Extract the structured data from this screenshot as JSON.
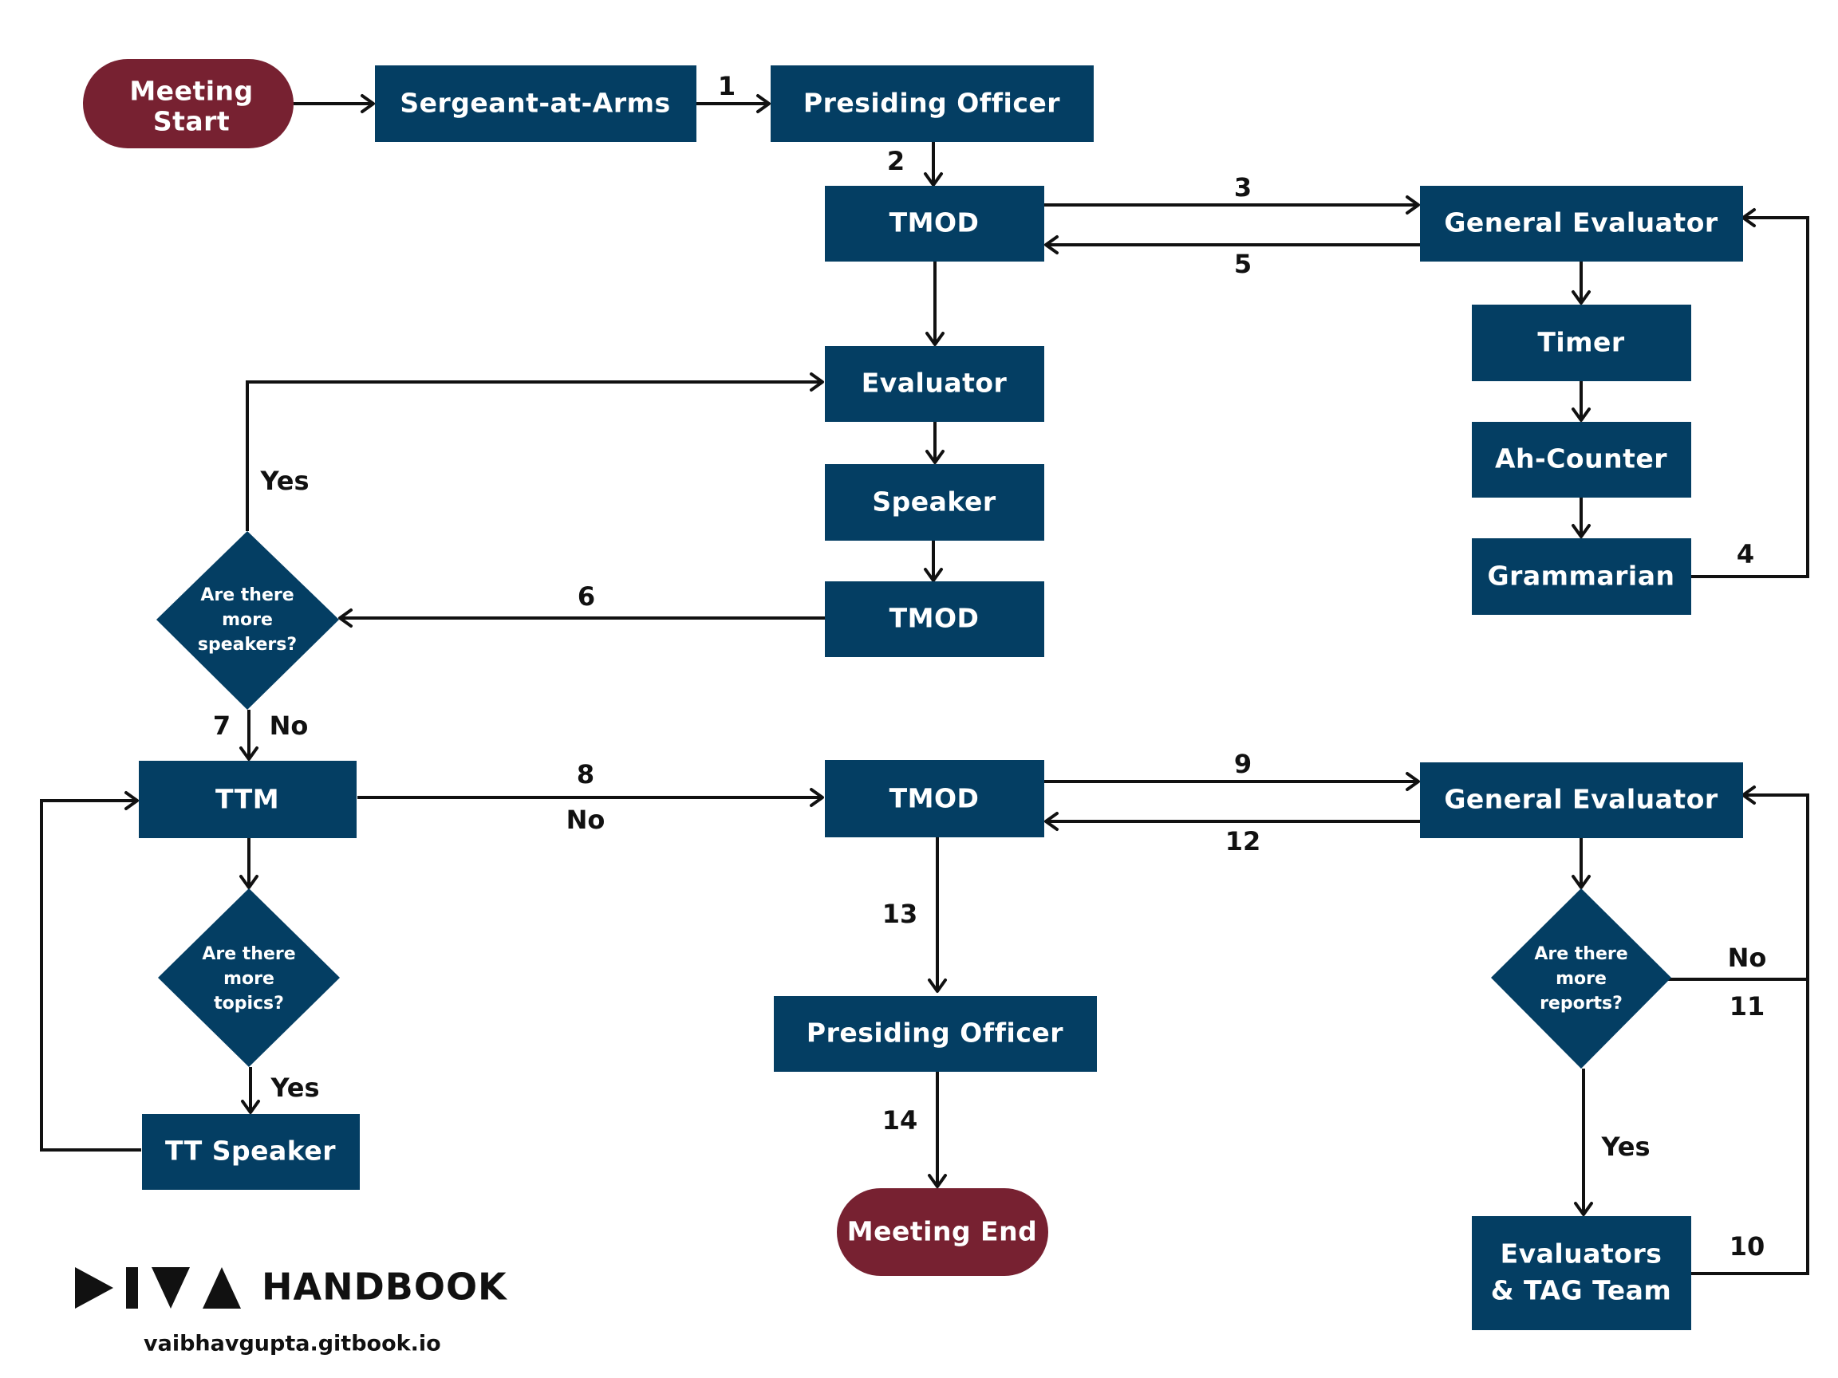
{
  "colors": {
    "box": "#043E63",
    "terminal": "#772131",
    "line": "#111111"
  },
  "nodes": {
    "meeting_start": [
      "Meeting",
      "Start"
    ],
    "sergeant_at_arms": "Sergeant-at-Arms",
    "presiding_officer_1": "Presiding Officer",
    "tmod_1": "TMOD",
    "general_evaluator_1": "General Evaluator",
    "timer": "Timer",
    "ah_counter": "Ah-Counter",
    "grammarian": "Grammarian",
    "evaluator": "Evaluator",
    "speaker": "Speaker",
    "tmod_2": "TMOD",
    "decision_speakers": [
      "Are there",
      "more",
      "speakers?"
    ],
    "ttm": "TTM",
    "decision_topics": [
      "Are there",
      "more",
      "topics?"
    ],
    "tt_speaker": "TT Speaker",
    "tmod_3": "TMOD",
    "general_evaluator_2": "General Evaluator",
    "decision_reports": [
      "Are there",
      "more",
      "reports?"
    ],
    "evaluators_tag": [
      "Evaluators",
      "& TAG Team"
    ],
    "presiding_officer_2": "Presiding Officer",
    "meeting_end": "Meeting End"
  },
  "edge_labels": {
    "e1": "1",
    "e2": "2",
    "e3": "3",
    "e4": "4",
    "e5": "5",
    "e6": "6",
    "e7": "7",
    "e8": "8",
    "e9": "9",
    "e10": "10",
    "e11": "11",
    "e12": "12",
    "e13": "13",
    "e14": "14",
    "yes_speakers": "Yes",
    "no_speakers": "No",
    "no_topics": "No",
    "yes_topics": "Yes",
    "no_reports": "No",
    "yes_reports": "Yes"
  },
  "brand": {
    "logo_icon": "diva-logo-icon",
    "title": "HANDBOOK",
    "url": "vaibhavgupta.gitbook.io"
  }
}
